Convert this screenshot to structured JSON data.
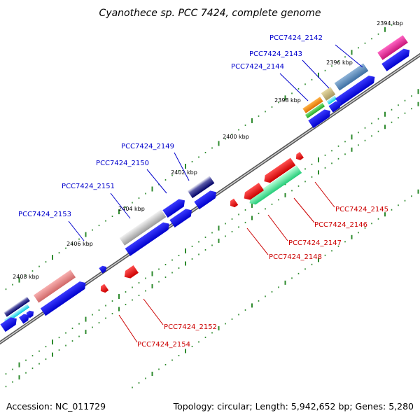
{
  "title": "Cyanothece sp. PCC 7424, complete genome",
  "footer": {
    "accession": "Accession: NC_011729",
    "summary": "Topology: circular; Length: 5,942,652 bp; Genes: 5,280"
  },
  "colors": {
    "backbone": "#888888",
    "forward_label": "#0000cc",
    "reverse_label": "#cc0000",
    "tick": "#2e8b2e",
    "forward_arrow": "#0000ee",
    "reverse_arrow": "#ee0000"
  },
  "tick_labels": [
    "2394 kbp",
    "2396 kbp",
    "2398 kbp",
    "2400 kbp",
    "2402 kbp",
    "2404 kbp",
    "2406 kbp",
    "2408 kbp"
  ],
  "gene_labels": {
    "forward": [
      "PCC7424_2142",
      "PCC7424_2143",
      "PCC7424_2144",
      "PCC7424_2149",
      "PCC7424_2150",
      "PCC7424_2151",
      "PCC7424_2153"
    ],
    "reverse": [
      "PCC7424_2145",
      "PCC7424_2146",
      "PCC7424_2147",
      "PCC7424_2148",
      "PCC7424_2152",
      "PCC7424_2154"
    ]
  }
}
